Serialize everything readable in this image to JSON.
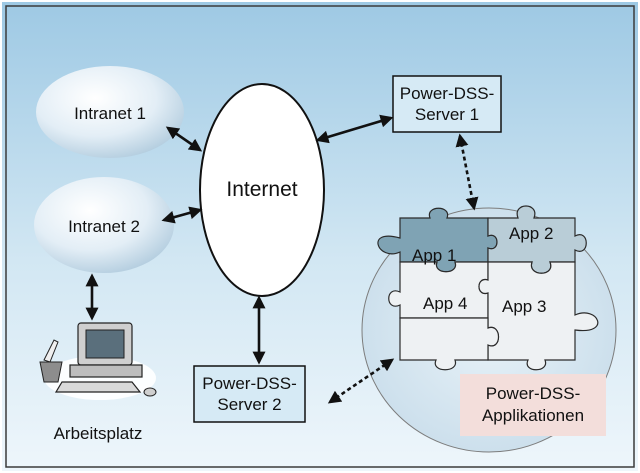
{
  "diagram": {
    "nodes": {
      "intranet1": "Intranet 1",
      "intranet2": "Intranet 2",
      "internet": "Internet",
      "server1_line1": "Power-DSS-",
      "server1_line2": "Server 1",
      "server2_line1": "Power-DSS-",
      "server2_line2": "Server 2",
      "app1": "App 1",
      "app2": "App 2",
      "app3": "App 3",
      "app4": "App 4",
      "apps_line1": "Power-DSS-",
      "apps_line2": "Applikationen",
      "workstation": "Arbeitsplatz"
    },
    "colors": {
      "background_top": "#9ec9e4",
      "background_bottom": "#eef6fb",
      "box_fill": "#d6eaf5",
      "puzzle_dark": "#7fa3b4",
      "puzzle_mid": "#b9cdd7",
      "puzzle_light": "#eef1f3",
      "apps_label_bg": "#f3dedb",
      "border": "#111111"
    }
  }
}
